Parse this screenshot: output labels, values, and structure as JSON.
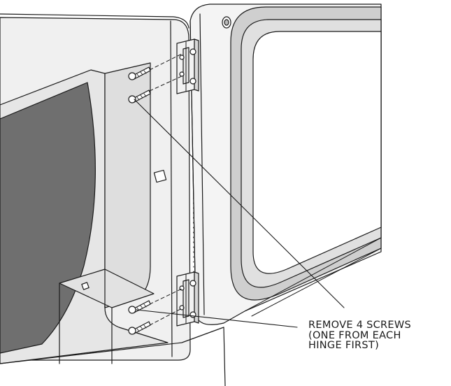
{
  "callout": {
    "lines": [
      "REMOVE 4 SCREWS",
      "(ONE FROM EACH",
      "HINGE FIRST)"
    ]
  },
  "colors": {
    "line": "#1a1a1a",
    "drum_opening": "#6f6f6f",
    "cabinet_face": "#ececec",
    "door_panel": "#f4f4f4",
    "window_frame": "#cfcfcf",
    "glass": "#ffffff"
  },
  "icons": [
    "hinge-icon",
    "screw-icon",
    "door-icon"
  ]
}
